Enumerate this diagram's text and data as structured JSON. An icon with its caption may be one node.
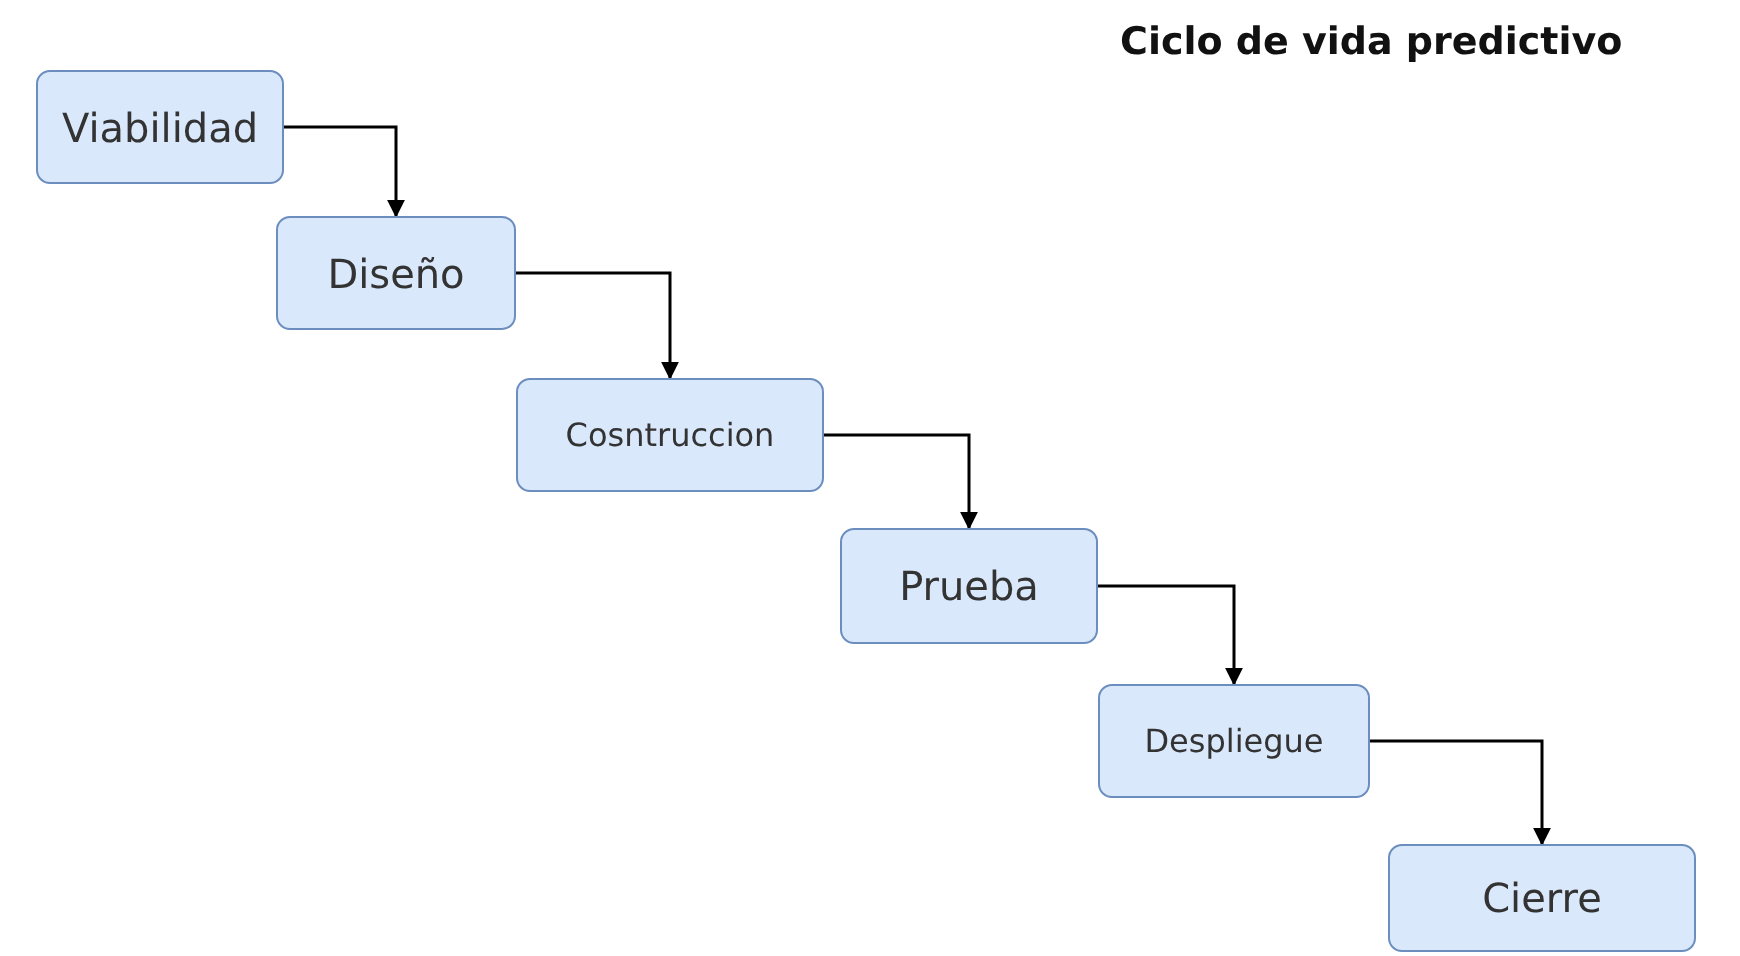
{
  "diagram": {
    "title": "Ciclo de vida predictivo",
    "nodes": [
      {
        "text": [
          "Viabilidad"
        ]
      },
      {
        "text": [
          "Diseño"
        ]
      },
      {
        "text": [
          "Cosntruccion"
        ]
      },
      {
        "text": [
          "Prueba"
        ]
      },
      {
        "text": [
          "Despliegue"
        ]
      },
      {
        "text": [
          "Cierre"
        ]
      }
    ],
    "edges": [
      {
        "from": 0,
        "to": 1,
        "arrow": "to"
      },
      {
        "from": 1,
        "to": 2,
        "arrow": "to"
      },
      {
        "from": 2,
        "to": 3,
        "arrow": "to"
      },
      {
        "from": 3,
        "to": 4,
        "arrow": "to"
      },
      {
        "from": 4,
        "to": 5,
        "arrow": "to"
      }
    ]
  }
}
